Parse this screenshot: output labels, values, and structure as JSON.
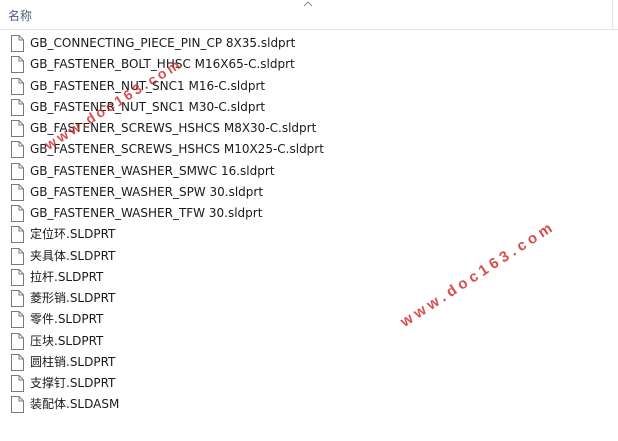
{
  "header": {
    "name_column": "名称"
  },
  "files": [
    {
      "name": "GB_CONNECTING_PIECE_PIN_CP 8X35.sldprt"
    },
    {
      "name": "GB_FASTENER_BOLT_HHSC M16X65-C.sldprt"
    },
    {
      "name": "GB_FASTENER_NUT_SNC1 M16-C.sldprt"
    },
    {
      "name": "GB_FASTENER_NUT_SNC1 M30-C.sldprt"
    },
    {
      "name": "GB_FASTENER_SCREWS_HSHCS M8X30-C.sldprt"
    },
    {
      "name": "GB_FASTENER_SCREWS_HSHCS M10X25-C.sldprt"
    },
    {
      "name": "GB_FASTENER_WASHER_SMWC 16.sldprt"
    },
    {
      "name": "GB_FASTENER_WASHER_SPW 30.sldprt"
    },
    {
      "name": "GB_FASTENER_WASHER_TFW 30.sldprt"
    },
    {
      "name": "定位环.SLDPRT"
    },
    {
      "name": "夹具体.SLDPRT"
    },
    {
      "name": "拉杆.SLDPRT"
    },
    {
      "name": "菱形销.SLDPRT"
    },
    {
      "name": "零件.SLDPRT"
    },
    {
      "name": "压块.SLDPRT"
    },
    {
      "name": "圆柱销.SLDPRT"
    },
    {
      "name": "支撑钉.SLDPRT"
    },
    {
      "name": "装配体.SLDASM"
    }
  ],
  "watermarks": {
    "first": "www.doc163.com",
    "second": "www.doc163.com"
  },
  "icons": {
    "file": "file-icon",
    "sort": "chevron-up-icon"
  },
  "colors": {
    "header_text": "#4c607a",
    "watermark": "#cd2828"
  }
}
